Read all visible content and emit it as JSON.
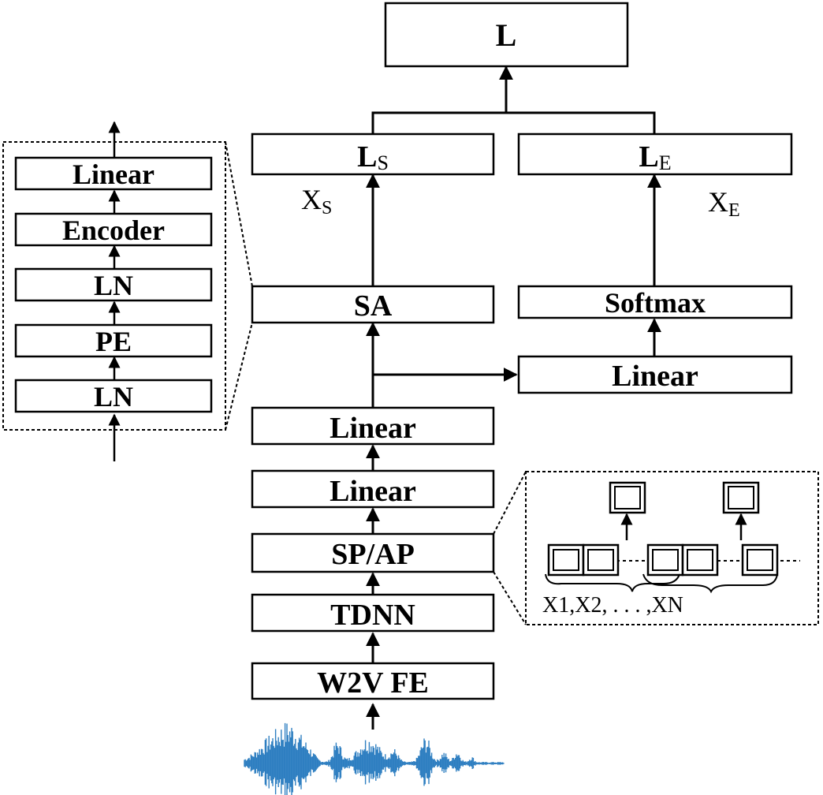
{
  "main_column": {
    "w2v_fe": "W2V FE",
    "tdnn": "TDNN",
    "pooling": "SP/AP",
    "linear_1": "Linear",
    "linear_2": "Linear",
    "sa": "SA"
  },
  "right_branch": {
    "linear": "Linear",
    "softmax": "Softmax"
  },
  "losses": {
    "total": "L",
    "speaker": {
      "base": "L",
      "sub": "S"
    },
    "emotion": {
      "base": "L",
      "sub": "E"
    }
  },
  "variables": {
    "xs": {
      "base": "X",
      "sub": "S"
    },
    "xe": {
      "base": "X",
      "sub": "E"
    }
  },
  "sa_detail": {
    "linear": "Linear",
    "encoder": "Encoder",
    "ln_top": "LN",
    "pe": "PE",
    "ln_bottom": "LN"
  },
  "pooling_detail": {
    "sequence": "X1,X2, . . . ,XN"
  },
  "colors": {
    "waveform": "#2f7fc1",
    "stroke": "#000000"
  }
}
